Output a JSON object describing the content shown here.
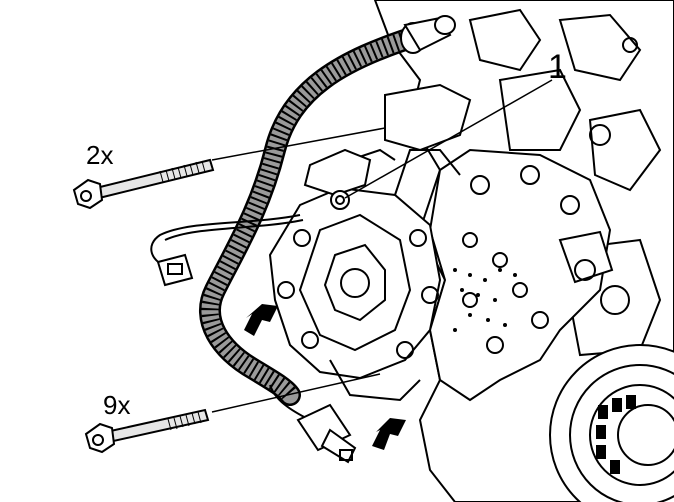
{
  "callouts": {
    "part_number": "1",
    "top_bolt_qty": "2x",
    "bottom_bolt_qty": "9x"
  },
  "icons": {
    "bolt": "bolt-icon",
    "arrow": "arrow-up-right-icon"
  },
  "colors": {
    "line": "#000000",
    "background": "#ffffff",
    "shade": "#9a9a9a"
  }
}
